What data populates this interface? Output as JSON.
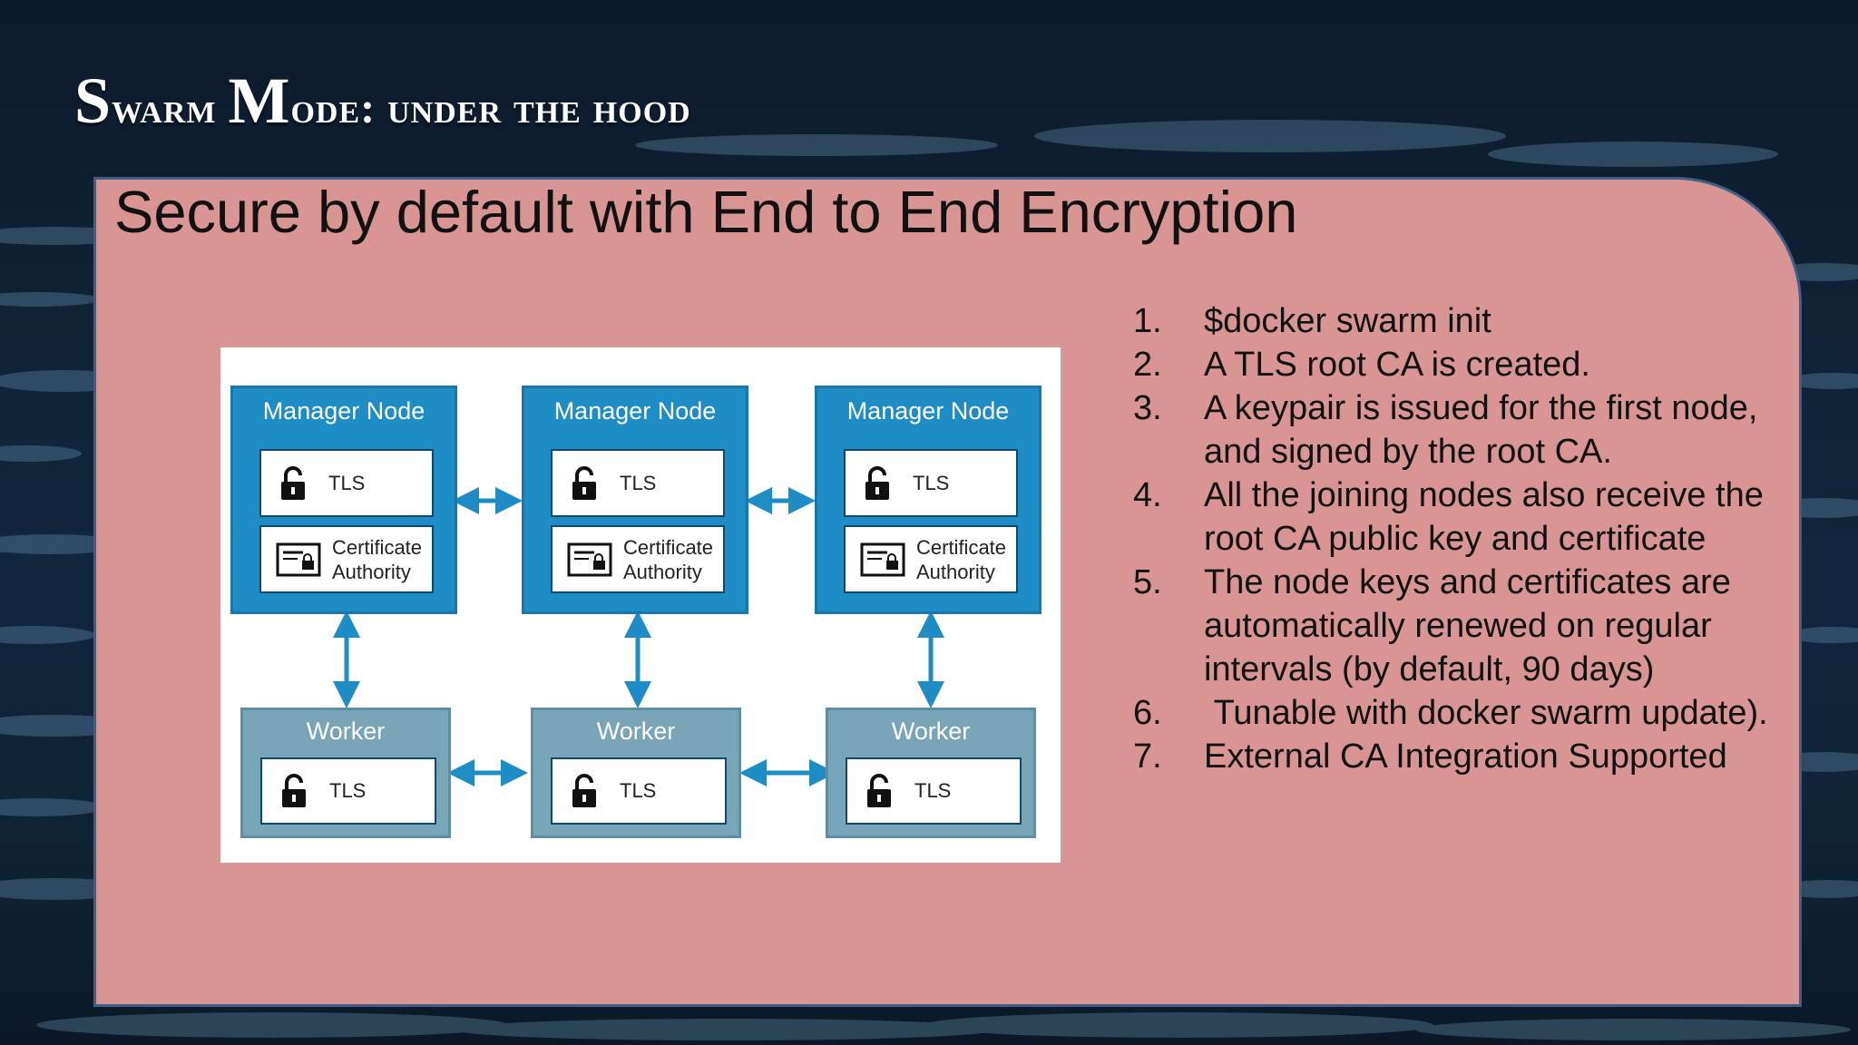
{
  "slide": {
    "title_first_letter_1": "S",
    "title_rest_1": "warm",
    "title_first_letter_2": "M",
    "title_rest_2": "ode: under the hood"
  },
  "panel": {
    "heading": "Secure by default with End to End Encryption"
  },
  "diagram": {
    "managers": [
      {
        "title": "Manager Node",
        "tls": "TLS",
        "ca_line1": "Certificate",
        "ca_line2": "Authority"
      },
      {
        "title": "Manager Node",
        "tls": "TLS",
        "ca_line1": "Certificate",
        "ca_line2": "Authority"
      },
      {
        "title": "Manager Node",
        "tls": "TLS",
        "ca_line1": "Certificate",
        "ca_line2": "Authority"
      }
    ],
    "workers": [
      {
        "title": "Worker",
        "tls": "TLS"
      },
      {
        "title": "Worker",
        "tls": "TLS"
      },
      {
        "title": "Worker",
        "tls": "TLS"
      }
    ],
    "colors": {
      "manager": "#1e8dc6",
      "worker": "#78a6b8",
      "arrow": "#1e8dc6"
    },
    "icons": [
      "lock-icon",
      "certificate-icon",
      "double-arrow-icon"
    ]
  },
  "steps": [
    {
      "num": "1.",
      "text": "$docker swarm init"
    },
    {
      "num": "2.",
      "text": "A TLS root CA is created."
    },
    {
      "num": "3.",
      "text": "A keypair is issued for the first node, and signed by the root CA."
    },
    {
      "num": "4.",
      "text": "All the joining nodes also receive the root CA public key and certificate"
    },
    {
      "num": "5.",
      "text": "The node keys and certificates are automatically renewed on regular intervals (by default, 90 days)"
    },
    {
      "num": "6.",
      "text": " Tunable with docker swarm update)."
    },
    {
      "num": "7.",
      "text": "External CA Integration Supported"
    }
  ]
}
